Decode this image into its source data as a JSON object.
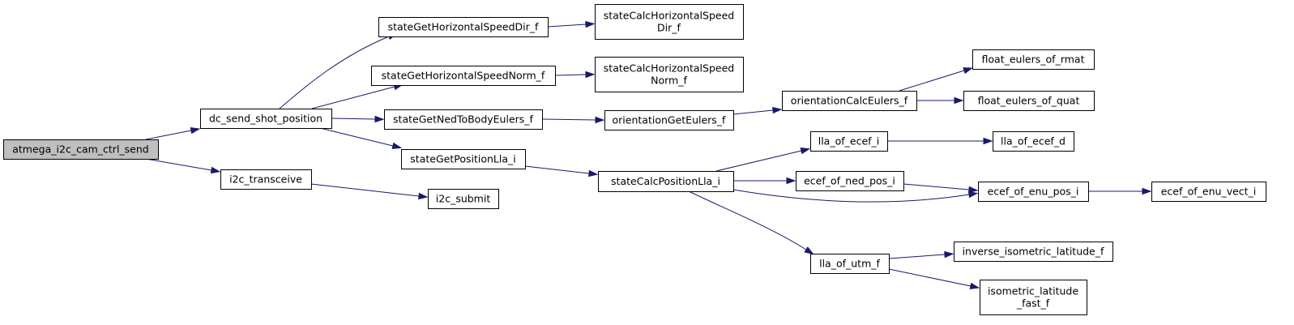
{
  "colors": {
    "edge": "#191970",
    "root_fill": "#bfbfbf",
    "node_fill": "#ffffff",
    "node_border": "#000000"
  },
  "nodes": [
    {
      "id": "root",
      "lines": [
        "atmega_i2c_cam_ctrl_send"
      ],
      "root": true
    },
    {
      "id": "dcsend",
      "lines": [
        "dc_send_shot_position"
      ]
    },
    {
      "id": "i2ctr",
      "lines": [
        "i2c_transceive"
      ]
    },
    {
      "id": "i2csub",
      "lines": [
        "i2c_submit"
      ]
    },
    {
      "id": "shsd",
      "lines": [
        "stateGetHorizontalSpeedDir_f"
      ]
    },
    {
      "id": "shsn",
      "lines": [
        "stateGetHorizontalSpeedNorm_f"
      ]
    },
    {
      "id": "sned",
      "lines": [
        "stateGetNedToBodyEulers_f"
      ]
    },
    {
      "id": "spos",
      "lines": [
        "stateGetPositionLla_i"
      ]
    },
    {
      "id": "cshsd",
      "lines": [
        "stateCalcHorizontalSpeed",
        "Dir_f"
      ]
    },
    {
      "id": "cshsn",
      "lines": [
        "stateCalcHorizontalSpeed",
        "Norm_f"
      ]
    },
    {
      "id": "oge",
      "lines": [
        "orientationGetEulers_f"
      ]
    },
    {
      "id": "cpos",
      "lines": [
        "stateCalcPositionLla_i"
      ]
    },
    {
      "id": "oce",
      "lines": [
        "orientationCalcEulers_f"
      ]
    },
    {
      "id": "fer",
      "lines": [
        "float_eulers_of_rmat"
      ]
    },
    {
      "id": "feq",
      "lines": [
        "float_eulers_of_quat"
      ]
    },
    {
      "id": "llaeci",
      "lines": [
        "lla_of_ecef_i"
      ]
    },
    {
      "id": "llaecd",
      "lines": [
        "lla_of_ecef_d"
      ]
    },
    {
      "id": "ecned",
      "lines": [
        "ecef_of_ned_pos_i"
      ]
    },
    {
      "id": "ecenu",
      "lines": [
        "ecef_of_enu_pos_i"
      ]
    },
    {
      "id": "ecvec",
      "lines": [
        "ecef_of_enu_vect_i"
      ]
    },
    {
      "id": "llautm",
      "lines": [
        "lla_of_utm_f"
      ]
    },
    {
      "id": "invlat",
      "lines": [
        "inverse_isometric_latitude_f"
      ]
    },
    {
      "id": "isolat",
      "lines": [
        "isometric_latitude",
        "_fast_f"
      ]
    }
  ],
  "edges": [
    {
      "from": "root",
      "to": "dcsend"
    },
    {
      "from": "root",
      "to": "i2ctr"
    },
    {
      "from": "i2ctr",
      "to": "i2csub"
    },
    {
      "from": "dcsend",
      "to": "shsd"
    },
    {
      "from": "dcsend",
      "to": "shsn"
    },
    {
      "from": "dcsend",
      "to": "sned"
    },
    {
      "from": "dcsend",
      "to": "spos"
    },
    {
      "from": "shsd",
      "to": "cshsd"
    },
    {
      "from": "shsn",
      "to": "cshsn"
    },
    {
      "from": "sned",
      "to": "oge"
    },
    {
      "from": "spos",
      "to": "cpos"
    },
    {
      "from": "oge",
      "to": "oce"
    },
    {
      "from": "oce",
      "to": "fer"
    },
    {
      "from": "oce",
      "to": "feq"
    },
    {
      "from": "cpos",
      "to": "llaeci"
    },
    {
      "from": "cpos",
      "to": "ecned"
    },
    {
      "from": "cpos",
      "to": "ecenu"
    },
    {
      "from": "cpos",
      "to": "llautm"
    },
    {
      "from": "llaeci",
      "to": "llaecd"
    },
    {
      "from": "ecned",
      "to": "ecenu"
    },
    {
      "from": "ecenu",
      "to": "ecvec"
    },
    {
      "from": "llautm",
      "to": "invlat"
    },
    {
      "from": "llautm",
      "to": "isolat"
    }
  ]
}
